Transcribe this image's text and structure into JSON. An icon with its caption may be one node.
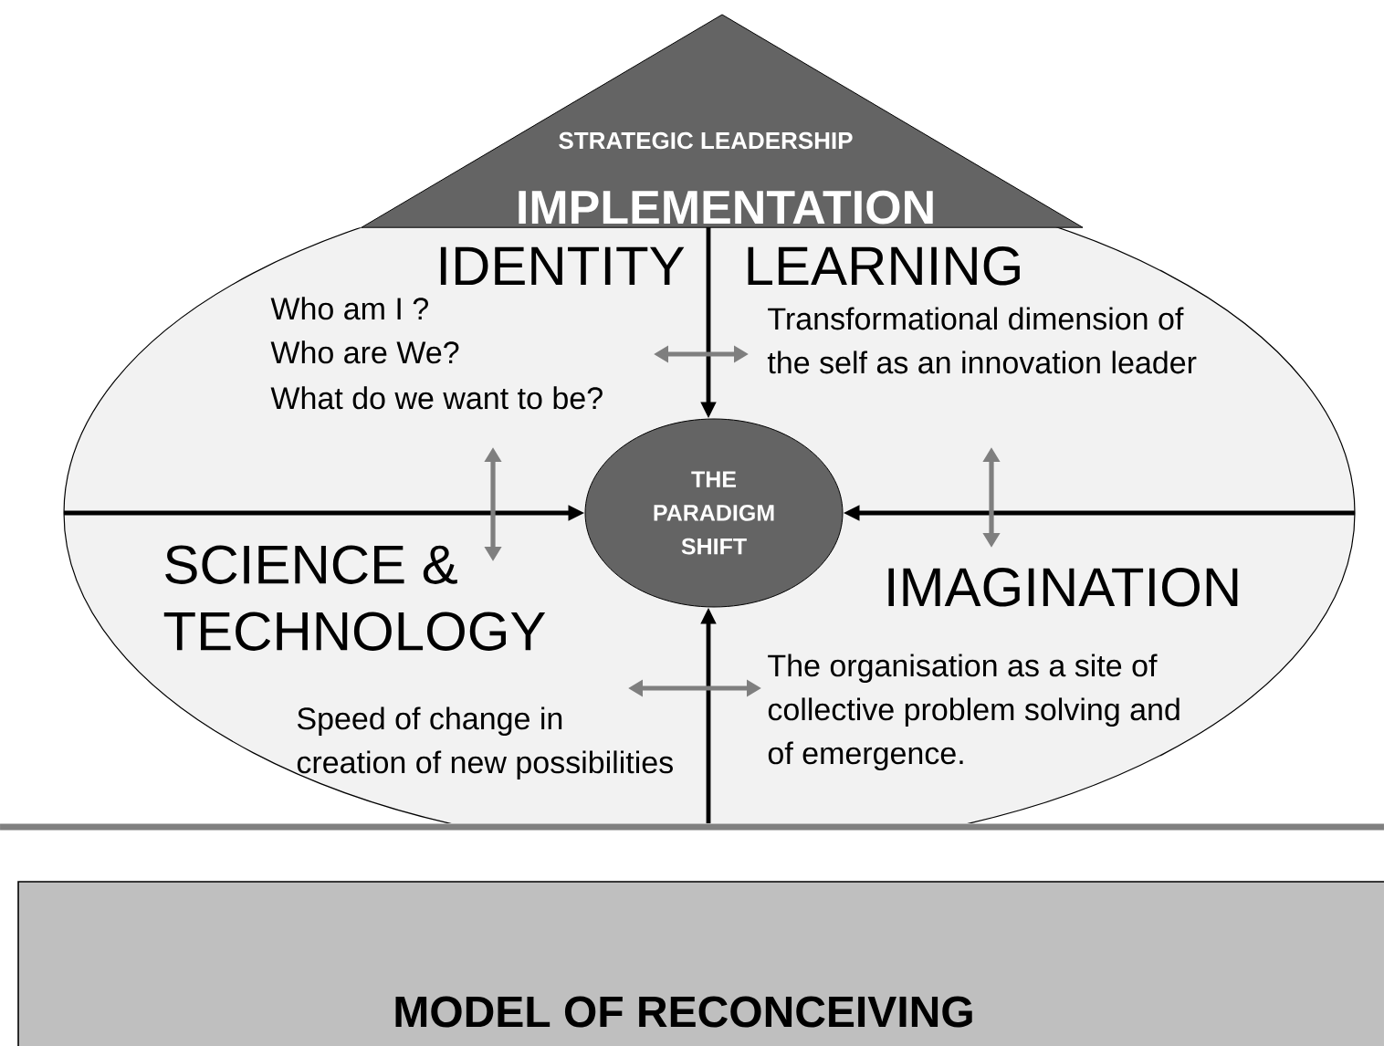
{
  "diagram": {
    "nodes": [
      {
        "text": [
          "STRATEGIC LEADERSHIP",
          "IMPLEMENTATION"
        ]
      },
      {
        "text": [],
        "shape": "ellipse"
      },
      {
        "text": [
          "IDENTITY",
          "Who am I ?",
          "Who are We?",
          "What do we want to be?"
        ],
        "in": 1
      },
      {
        "text": [
          "LEARNING",
          "Transformational dimension of the self as an innovation leader"
        ],
        "in": 1
      },
      {
        "text": [
          "THE PARADIGM SHIFT"
        ],
        "in": 1
      },
      {
        "text": [
          "SCIENCE & TECHNOLOGY",
          "Speed of change in creation of new possibilities"
        ],
        "in": 1
      },
      {
        "text": [
          "IMAGINATION",
          "The organisation as a site of collective problem solving and of emergence."
        ],
        "in": 1
      },
      {
        "text": [
          "MODEL OF RECONCEIVING"
        ]
      }
    ],
    "edges": [
      {
        "from": 0,
        "to": 4,
        "arrow": "to"
      },
      {
        "from": null,
        "to": 4,
        "arrow": "to"
      },
      {
        "from": null,
        "to": 4,
        "arrow": "to"
      },
      {
        "from": null,
        "to": 4,
        "arrow": "to"
      },
      {
        "from": 2,
        "to": 3,
        "arrow": "both",
        "color": "#7f7f7f"
      },
      {
        "from": 2,
        "to": 5,
        "arrow": "both",
        "color": "#7f7f7f"
      },
      {
        "from": 3,
        "to": 6,
        "arrow": "both",
        "color": "#7f7f7f"
      },
      {
        "from": 5,
        "to": 6,
        "arrow": "both",
        "color": "#7f7f7f"
      }
    ]
  }
}
